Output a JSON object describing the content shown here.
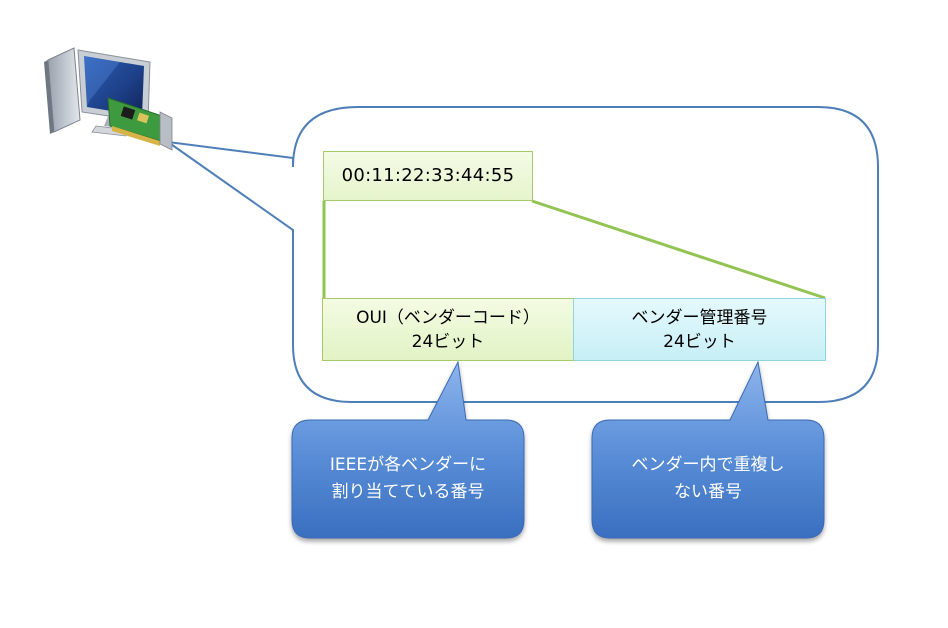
{
  "mac_address": "00:11:22:33:44:55",
  "fields": {
    "oui": {
      "name": "OUI（ベンダーコード）",
      "bits": "24ビット"
    },
    "vendor": {
      "name": "ベンダー管理番号",
      "bits": "24ビット"
    }
  },
  "callouts": {
    "oui": {
      "line1": "IEEEが各ベンダーに",
      "line2": "割り当てている番号"
    },
    "vendor": {
      "line1": "ベンダー内で重複し",
      "line2": "ない番号"
    }
  },
  "icons": {
    "computer": "computer-with-nic-icon"
  },
  "colors": {
    "speech_bubble_stroke": "#4f7fb8",
    "connector_line": "#92c353",
    "callout_fill": "#4f86d0",
    "oui_fill": "#e6f4cc",
    "vendor_fill": "#c7eff6"
  }
}
